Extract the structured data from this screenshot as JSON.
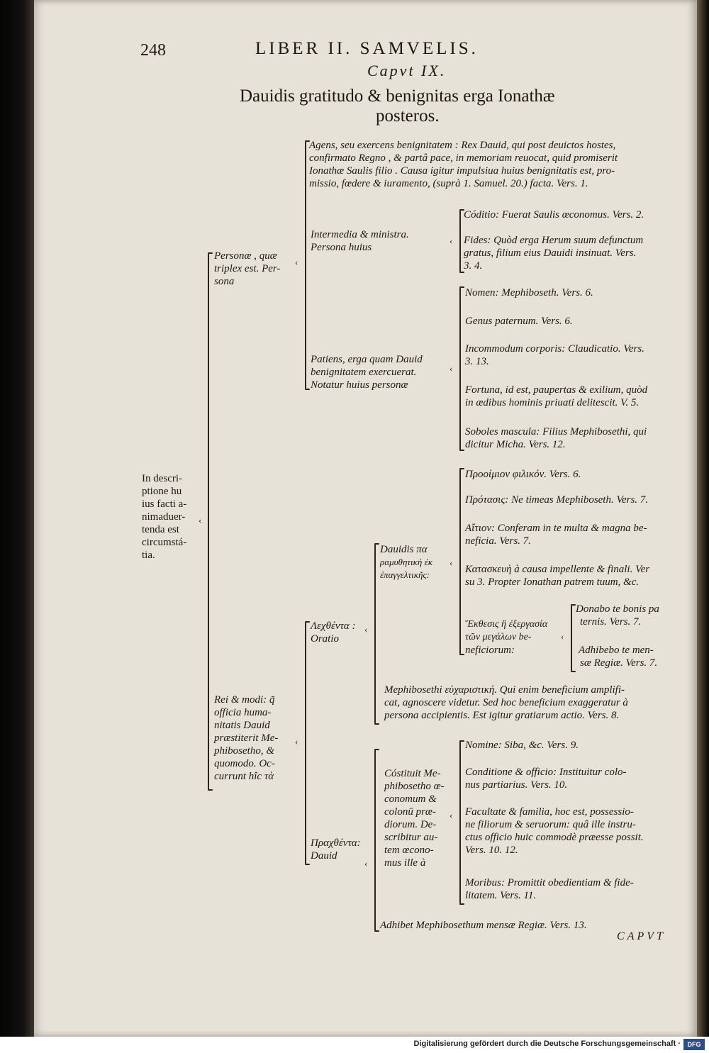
{
  "header": {
    "page_number": "248",
    "running_title": "LIBER II. SAMVELIS.",
    "chapter": "Capvt IX.",
    "title_line1": "Dauidis gratitudo & benignitas erga Ionathæ",
    "title_line2": "posteros."
  },
  "root": [
    "In descri-",
    "ptione hu",
    "ius facti a-",
    "nimaduer-",
    "tenda est",
    "circumstá-",
    "tia."
  ],
  "personae": {
    "label": [
      "Personæ , quæ",
      "triplex est. Per-",
      "sona"
    ],
    "agens": [
      "Agens, seu exercens benignitatem : Rex Dauid, qui post deuictos hostes,",
      "confirmato Regno , & partâ pace, in memoriam reuocat, quid promiserit",
      "Ionathæ Saulis filio . Causa igitur impulsiua huius benignitatis est, pro-",
      "missio, fœdere & iuramento, (suprà 1. Samuel. 20.) facta. Vers. 1."
    ],
    "intermedia": {
      "label": [
        "Intermedia & ministra.",
        "Persona huius"
      ],
      "conditio": "Códitio: Fuerat Saulis œconomus. Vers. 2.",
      "fides": [
        "Fides: Quòd erga Herum suum defunctum",
        "gratus, filium eius Dauidi insinuat. Vers.",
        "3. 4."
      ]
    },
    "patiens": {
      "label": [
        "Patiens, erga quam Dauid",
        "benignitatem exercuerat.",
        "Notatur huius personæ"
      ],
      "nomen": "Nomen: Mephiboseth. Vers. 6.",
      "genus": "Genus paternum. Vers. 6.",
      "incommodum": [
        "Incommodum corporis: Claudicatio. Vers.",
        "3. 13."
      ],
      "fortuna": [
        "Fortuna, id est, paupertas & exilium, quòd",
        "in ædibus hominis priuati delitescit. V. 5."
      ],
      "soboles": [
        "Soboles mascula: Filius Mephibosethi, qui",
        "dicitur Micha. Vers. 12."
      ]
    }
  },
  "rei": {
    "label": [
      "Rei & modi: q̃",
      "officia huma-",
      "nitatis Dauid",
      "præstiterit Me-",
      "phibosetho, &",
      "quomodo. Oc-",
      "currunt hîc τὰ"
    ],
    "lechthenta": {
      "label": [
        "Λεχθέντα :",
        "Oratio"
      ],
      "dauidis": {
        "label": [
          "Dauidis πα",
          "ραμυθητικὴ ἐκ",
          "ἐπαγγελτικῆς:"
        ],
        "prooimion": "Προοίμιον φιλικόν. Vers. 6.",
        "protasis": "Πρότασις: Ne timeas Mephiboseth. Vers. 7.",
        "aition": [
          "Αἴτιον: Conferam in te multa & magna be-",
          "neficia. Vers. 7."
        ],
        "kataskeue": [
          "Κατασκευὴ à causa impellente & finali. Ver",
          "su 3. Propter Ionathan patrem tuum, &c."
        ],
        "ekthesis": {
          "label": [
            "Ἔκθεσις ἢ ἐξεργασία",
            "τῶν μεγάλων be-",
            "neficiorum:"
          ],
          "donabo": [
            "Donabo te bonis pa",
            "ternis. Vers. 7."
          ],
          "adhibebo": [
            "Adhibebo te men-",
            "sæ Regiæ. Vers. 7."
          ]
        }
      },
      "mephibosethi": [
        "Mephibosethi εὐχαριστική. Qui enim beneficium amplifi-",
        "cat, agnoscere videtur. Sed hoc beneficium exaggeratur à",
        "persona accipientis. Est igitur gratiarum actio. Vers. 8."
      ]
    },
    "prachthenta": {
      "label": [
        "Πραχθέντα:",
        "Dauid"
      ],
      "constituit": {
        "label": [
          "Cóstituit Me-",
          "phibosetho œ-",
          "conomum &",
          "colonū præ-",
          "diorum. De-",
          "scribitur au-",
          "tem œcono-",
          "mus ille à"
        ],
        "nomine": "Nomine: Siba, &c. Vers. 9.",
        "conditione": [
          "Conditione & officio: Instituitur colo-",
          "nus partiarius. Vers. 10."
        ],
        "facultate": [
          "Facultate & familia, hoc est, possessio-",
          "ne filiorum & seruorum: quâ ille instru-",
          "ctus officio huic commodè præesse possit.",
          "Vers. 10. 12."
        ],
        "moribus": [
          "Moribus: Promittit obedientiam & fide-",
          "litatem. Vers. 11."
        ]
      },
      "adhibet": "Adhibet Mephibosethum mensæ Regiæ. Vers. 13."
    }
  },
  "catchword": "CAPVT",
  "footer": {
    "text": "Digitalisierung gefördert durch die Deutsche Forschungsgemeinschaft ·",
    "logo": "DFG"
  }
}
